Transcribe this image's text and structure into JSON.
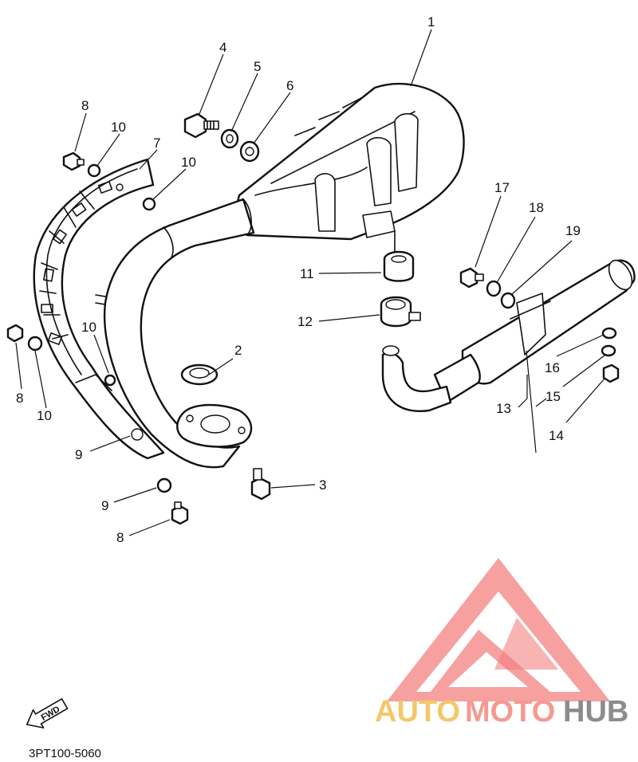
{
  "diagram": {
    "part_code": "3PT100-5060",
    "direction_label": "FWD",
    "watermark": {
      "part1": "AUTO",
      "part2": "MOTO",
      "part3": "HUB",
      "color_auto": "#f4c76a",
      "color_moto": "#f49a90",
      "color_hub": "#8c8c8c",
      "color_logo": "#f26b6b"
    },
    "callouts": {
      "c1": "1",
      "c2": "2",
      "c3": "3",
      "c4": "4",
      "c5": "5",
      "c6": "6",
      "c7": "7",
      "c8a": "8",
      "c8b": "8",
      "c8c": "8",
      "c9a": "9",
      "c9b": "9",
      "c10a": "10",
      "c10b": "10",
      "c10c": "10",
      "c10d": "10",
      "c11": "11",
      "c12": "12",
      "c13": "13",
      "c14": "14",
      "c15": "15",
      "c16": "16",
      "c17": "17",
      "c18": "18",
      "c19": "19"
    }
  }
}
